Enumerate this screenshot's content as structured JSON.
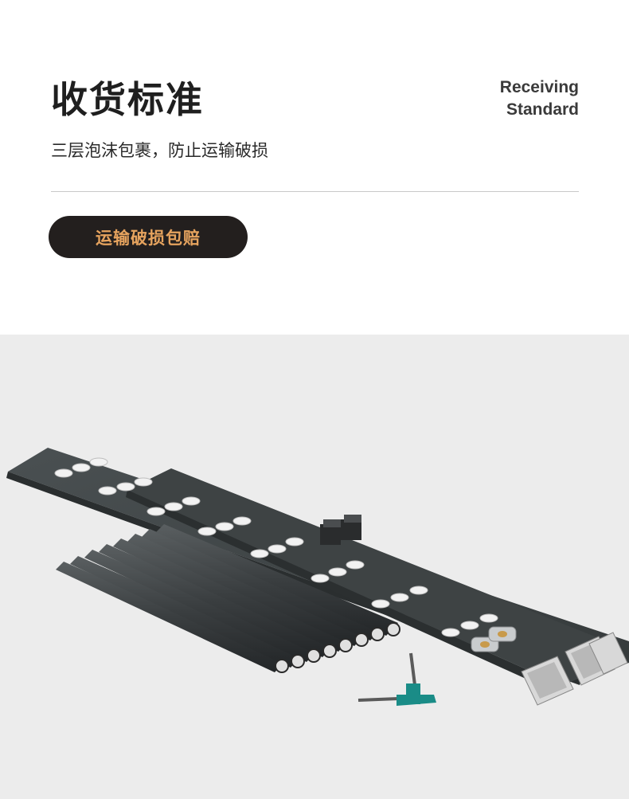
{
  "header": {
    "title": "收货标准",
    "title_en_line1": "Receiving",
    "title_en_line2": "Standard",
    "subtitle": "三层泡沫包裹，防止运输破损",
    "badge": "运输破损包赔"
  },
  "photo": {
    "icon": "product-parts-photo"
  },
  "colors": {
    "badge_bg": "#231f1e",
    "badge_text": "#e6a35e",
    "photo_bg": "#ececec",
    "aluminum_dark": "#3c4142",
    "handle_teal": "#1a8c87"
  }
}
